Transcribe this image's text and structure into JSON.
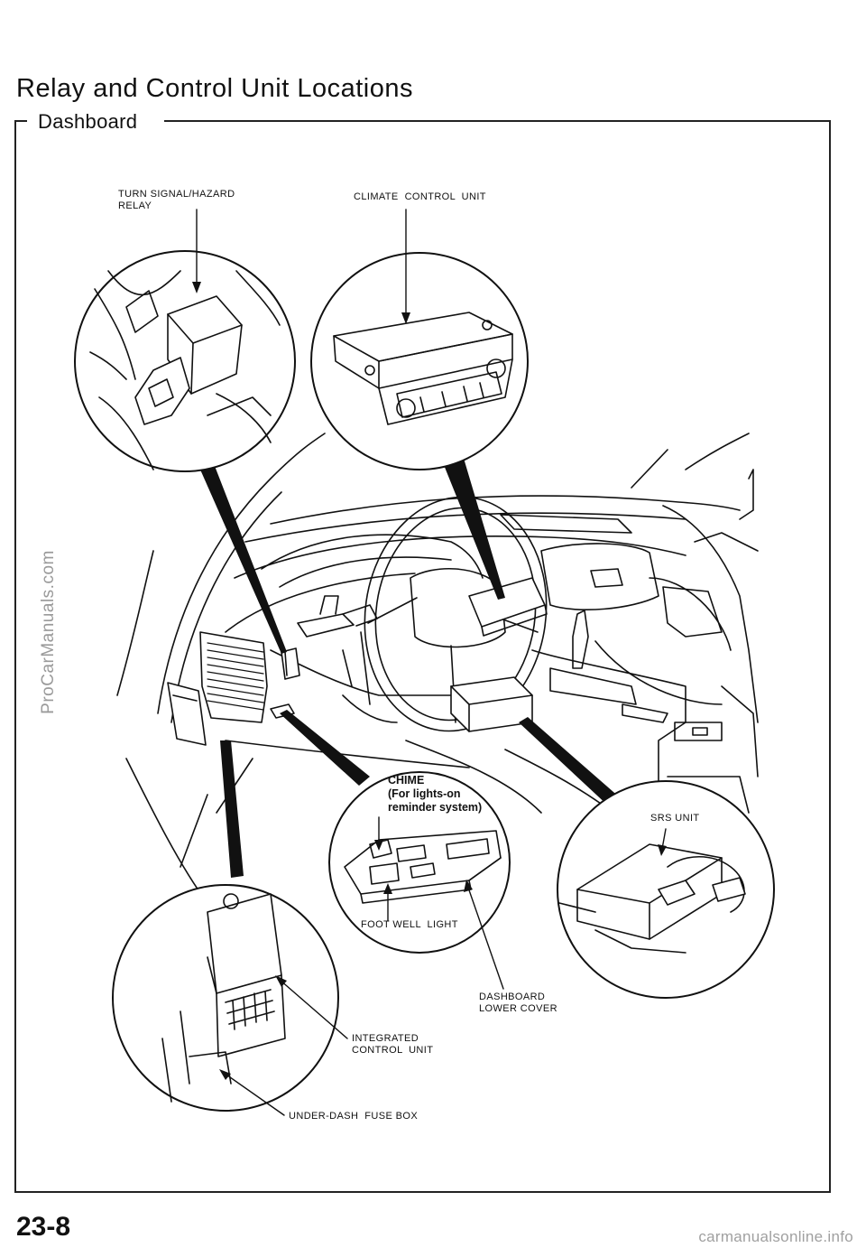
{
  "page": {
    "title": "Relay and Control Unit Locations",
    "section": "Dashboard",
    "page_number": "23-8",
    "watermark_side": "ProCarManuals.com",
    "watermark_bottom": "carmanualsonline.info"
  },
  "callouts": {
    "turn_signal_relay": "TURN SIGNAL/HAZARD\nRELAY",
    "climate_control_unit": "CLIMATE  CONTROL  UNIT",
    "chime": "CHIME\n(For lights-on\nreminder system)",
    "srs_unit": "SRS UNIT",
    "foot_well_light": "FOOT WELL  LIGHT",
    "dashboard_lower_cover": "DASHBOARD\nLOWER COVER",
    "integrated_control_unit": "INTEGRATED\nCONTROL  UNIT",
    "under_dash_fuse_box": "UNDER-DASH  FUSE BOX"
  }
}
